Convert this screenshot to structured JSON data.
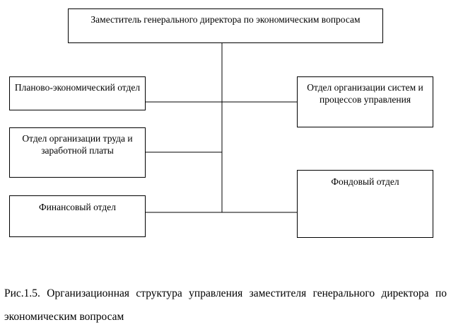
{
  "diagram": {
    "root": {
      "label": "Заместитель генерального директора по экономическим вопросам"
    },
    "left_units": [
      {
        "label": "Планово-экономический отдел"
      },
      {
        "label": "Отдел организации труда и заработной платы"
      },
      {
        "label": "Финансовый отдел"
      }
    ],
    "right_units": [
      {
        "label": "Отдел организации систем и процессов управления"
      },
      {
        "label": "Фондовый отдел"
      }
    ],
    "line_color": "#000000"
  },
  "caption": {
    "text": "Рис.1.5. Организационная структура управления заместителя генерального директора по экономическим вопросам"
  }
}
